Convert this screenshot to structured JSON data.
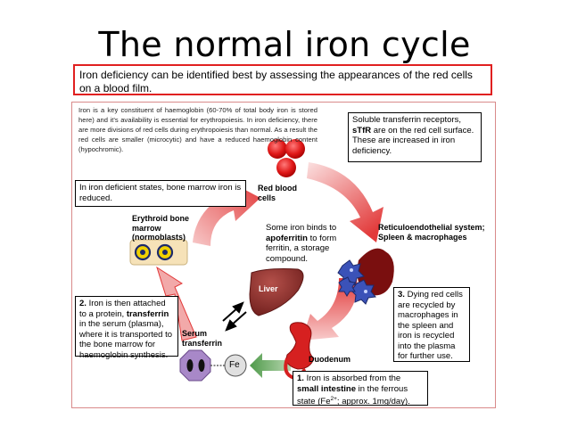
{
  "title": "The normal iron cycle",
  "banner": "Iron deficiency can be identified best by assessing the appearances of the red cells on a blood film.",
  "intro": "Iron is a key constituent of haemoglobin (60-70% of total body iron is stored here) and it’s availability is essential for erythropoiesis. In iron deficiency, there are more divisions of red cells during erythropoiesis than normal.  As a result the red cells are smaller (microcytic) and have a reduced haemoglobin content (hypochromic).",
  "marrow_box": "In iron deficient states, bone marrow iron is reduced.",
  "stfr": {
    "pre": "Soluble transferrin receptors, ",
    "bold": "sTfR",
    "post": " are on the red cell surface. These are increased in iron deficiency."
  },
  "labels": {
    "erythroid": "Erythroid bone marrow (normoblasts)",
    "red_blood_cells": "Red blood cells",
    "reticulo": "Reticuloendothelial system; Spleen & macrophages",
    "liver": "Liver",
    "serum_transferrin": "Serum transferrin",
    "fe": "Fe",
    "duodenum": "Duodenum"
  },
  "ferritin": {
    "pre": "Some iron binds to ",
    "bold": "apoferritin",
    "post": " to form ferritin, a storage compound."
  },
  "step2": {
    "num": "2.",
    "pre": " Iron is then attached to a protein, ",
    "bold": "transferrin",
    "post": " in the serum (plasma), where it is transported to the bone marrow for haemoglobin synthesis."
  },
  "step3": {
    "num": "3.",
    "text": " Dying red cells are recycled by macrophages in the spleen and iron is recycled into the plasma for further use."
  },
  "step1": {
    "num": "1.",
    "pre": " Iron is absorbed from the ",
    "bold": "small intestine",
    "mid": " in the ferrous state (Fe",
    "sup": "2+",
    "post": "; approx. 1mg/day)."
  }
}
